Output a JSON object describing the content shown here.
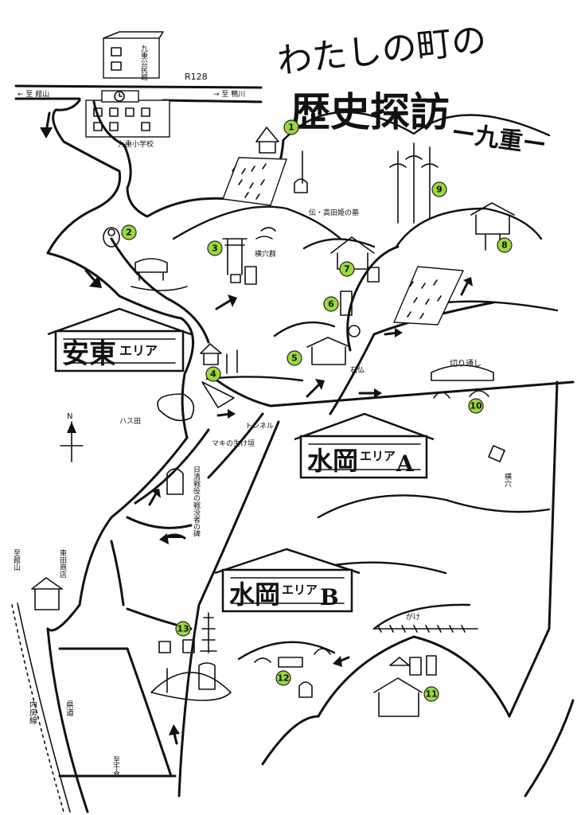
{
  "title": {
    "line1": "わたしの町の",
    "line2": "歴史探訪",
    "line2_suffix": "ー九重ー"
  },
  "areas": [
    {
      "id": "anto",
      "main": "安東",
      "sub": "エリア"
    },
    {
      "id": "mizuoka-a",
      "main": "水岡",
      "sub": "エリア",
      "suffix": "A"
    },
    {
      "id": "mizuoka-b",
      "main": "水岡",
      "sub": "エリア",
      "suffix": "B"
    }
  ],
  "markers": [
    "1",
    "2",
    "3",
    "4",
    "5",
    "6",
    "7",
    "8",
    "9",
    "10",
    "11",
    "12",
    "13"
  ],
  "labels": {
    "community_hall": "九重公民館",
    "school": "九重小学校",
    "route": "R128",
    "to_tateyama": "← 至 館山",
    "to_kamogawa": "→ 至 鴨川",
    "grave": "伝・高田姫の墓",
    "tombs": "横穴群",
    "hasuda": "ハス田",
    "tunnel": "トンネル",
    "maki_hedge": "マキの生け垣",
    "stone_buddha": "石仏",
    "kiridoshi": "切り通し",
    "yokoana": "横穴",
    "monument": "日清戦役の戦没者の碑",
    "higashida_store": "東田商店",
    "to_tateyama_v": "至館山",
    "prefectural_road": "県道",
    "railway": "内房線",
    "to_chikura": "至千倉",
    "cliff": "がけ"
  },
  "colors": {
    "marker_fill": "#9bd83a",
    "ink": "#111111",
    "paper": "#ffffff"
  }
}
